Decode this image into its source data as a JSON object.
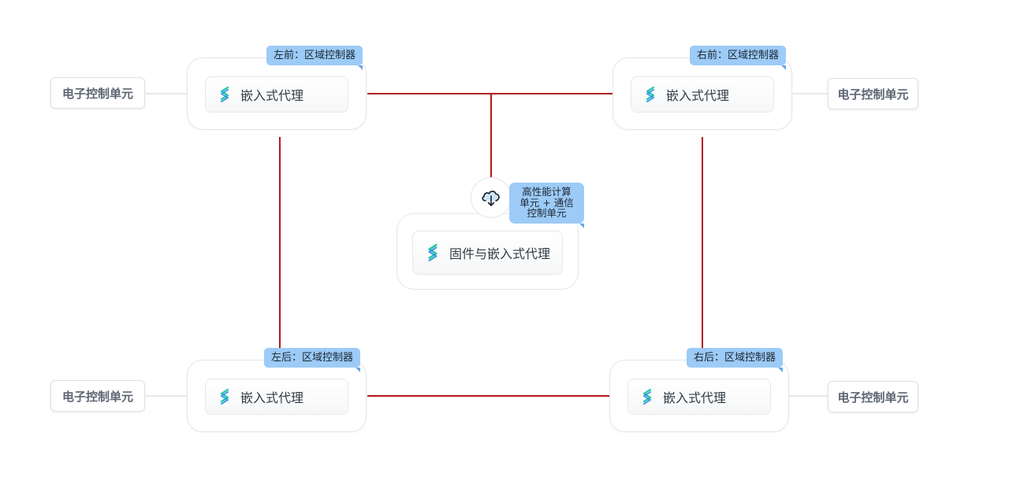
{
  "colors": {
    "link_line": "#b3181c",
    "ecu_line": "#dde1e6",
    "tag_bg": "#9ccbf7"
  },
  "zones": [
    {
      "id": "front-left",
      "tag": "左前：区域控制器",
      "agent": "嵌入式代理",
      "ecu": "电子控制单元",
      "logo_icon": "stacked-s-logo-icon"
    },
    {
      "id": "front-right",
      "tag": "右前：区域控制器",
      "agent": "嵌入式代理",
      "ecu": "电子控制单元",
      "logo_icon": "stacked-s-logo-icon"
    },
    {
      "id": "rear-left",
      "tag": "左后：区域控制器",
      "agent": "嵌入式代理",
      "ecu": "电子控制单元",
      "logo_icon": "stacked-s-logo-icon"
    },
    {
      "id": "rear-right",
      "tag": "右后：区域控制器",
      "agent": "嵌入式代理",
      "ecu": "电子控制单元",
      "logo_icon": "stacked-s-logo-icon"
    }
  ],
  "central": {
    "tag_lines": [
      "高性能计算",
      "单元 + 通信",
      "控制单元"
    ],
    "agent": "固件与嵌入式代理",
    "icon": "cloud-download-icon",
    "logo_icon": "stacked-s-logo-icon"
  }
}
